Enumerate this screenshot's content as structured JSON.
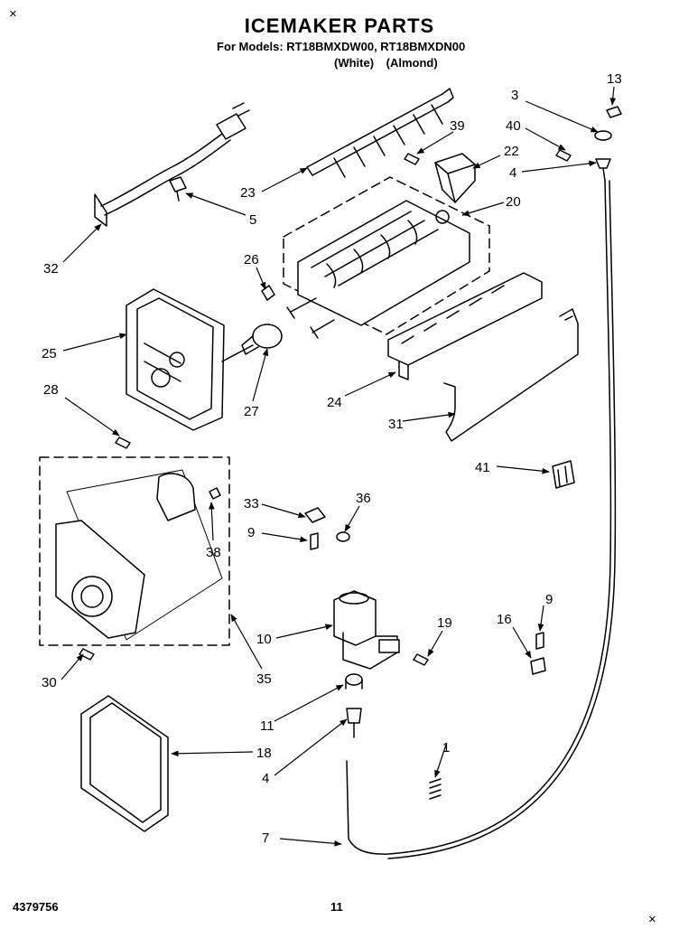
{
  "header": {
    "title": "ICEMAKER PARTS",
    "models": "For Models: RT18BMXDW00, RT18BMXDN00",
    "colors": "(White)   (Almond)"
  },
  "footer": {
    "doc_number": "4379756",
    "page_number": "11"
  },
  "callouts": [
    {
      "id": "c13",
      "label": "13"
    },
    {
      "id": "c3",
      "label": "3"
    },
    {
      "id": "c39",
      "label": "39"
    },
    {
      "id": "c40",
      "label": "40"
    },
    {
      "id": "c22",
      "label": "22"
    },
    {
      "id": "c4a",
      "label": "4"
    },
    {
      "id": "c23",
      "label": "23"
    },
    {
      "id": "c20",
      "label": "20"
    },
    {
      "id": "c5",
      "label": "5"
    },
    {
      "id": "c32",
      "label": "32"
    },
    {
      "id": "c26",
      "label": "26"
    },
    {
      "id": "c25",
      "label": "25"
    },
    {
      "id": "c27",
      "label": "27"
    },
    {
      "id": "c24",
      "label": "24"
    },
    {
      "id": "c28",
      "label": "28"
    },
    {
      "id": "c31",
      "label": "31"
    },
    {
      "id": "c41",
      "label": "41"
    },
    {
      "id": "c33",
      "label": "33"
    },
    {
      "id": "c36",
      "label": "36"
    },
    {
      "id": "c9a",
      "label": "9"
    },
    {
      "id": "c38",
      "label": "38"
    },
    {
      "id": "c9b",
      "label": "9"
    },
    {
      "id": "c16",
      "label": "16"
    },
    {
      "id": "c10",
      "label": "10"
    },
    {
      "id": "c19",
      "label": "19"
    },
    {
      "id": "c30",
      "label": "30"
    },
    {
      "id": "c35",
      "label": "35"
    },
    {
      "id": "c11",
      "label": "11"
    },
    {
      "id": "c18",
      "label": "18"
    },
    {
      "id": "c1",
      "label": "1"
    },
    {
      "id": "c4b",
      "label": "4"
    },
    {
      "id": "c7",
      "label": "7"
    }
  ]
}
